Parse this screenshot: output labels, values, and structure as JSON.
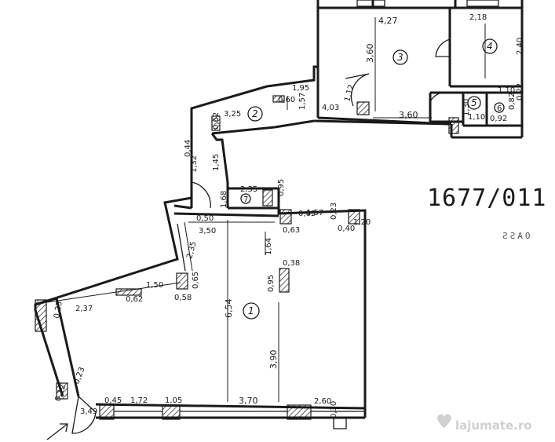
{
  "rooms": [
    {
      "id": "room-1",
      "label": "1"
    },
    {
      "id": "room-2",
      "label": "2"
    },
    {
      "id": "room-3",
      "label": "3"
    },
    {
      "id": "room-4",
      "label": "4"
    },
    {
      "id": "room-5",
      "label": "5"
    },
    {
      "id": "room-6",
      "label": "6"
    },
    {
      "id": "room-7",
      "label": "7"
    }
  ],
  "dimensions": {
    "r3_width": "4,27",
    "r3_height": "3,60",
    "r3_bottom": "3,60",
    "r4_width": "2,18",
    "r4_height": "2,40",
    "r5_w": "1,30",
    "r5_h": "1,10",
    "r6_w": "1,10",
    "r6_a": "0,82",
    "r6_b": "0,22",
    "r6_c": "0,92",
    "r2_a": "1,95",
    "r2_b": "0,60",
    "r2_c": "4,03",
    "r2_d": "1,12",
    "r2_e": "3,25",
    "r2_f": "1,57",
    "r2_g": "0,62",
    "r2_h": "1,45",
    "r2_i": "1,32",
    "r2_j": "0,44",
    "corr_a": "1,68",
    "r7_w": "2,35",
    "r7_h": "0,95",
    "r1_a": "0,50",
    "r1_b": "3,50",
    "r1_c": "0,63",
    "r1_d": "1,57",
    "r1_e": "0,40",
    "r1_f": "1,20",
    "r1_g": "0,23",
    "r1_h": "0,63",
    "r1_i": "2,35",
    "r1_j": "1,64",
    "r1_k": "0,38",
    "r1_l": "0,95",
    "r1_m": "6,54",
    "r1_n": "1,50",
    "r1_o": "0,62",
    "r1_p": "0,65",
    "r1_q": "0,58",
    "r1_r": "2,37",
    "r1_s": "0,25",
    "r1_t": "3,90",
    "r1_u": "0,45",
    "r1_v": "1,72",
    "r1_w": "1,05",
    "r1_x": "3,70",
    "r1_y": "2,60",
    "r1_z": "0,30",
    "entry_a": "0,23",
    "entry_b": "3,49",
    "entry_c": "0,12"
  },
  "handwriting": {
    "code": "1677/011",
    "note": "ƧƧAO"
  },
  "watermark": {
    "text": "lajumate.ro"
  }
}
